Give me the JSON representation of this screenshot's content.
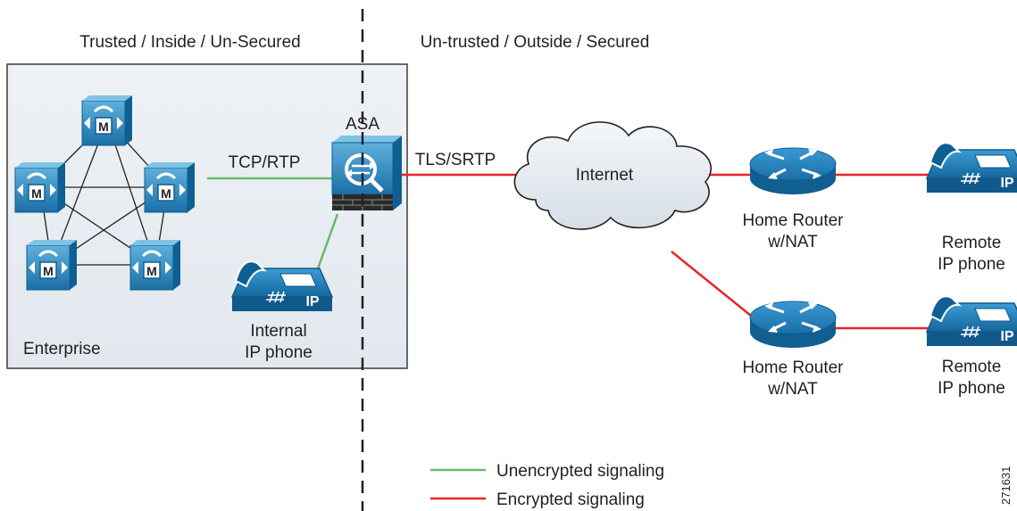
{
  "zones": {
    "trusted": "Trusted / Inside / Un-Secured",
    "untrusted": "Un-trusted / Outside / Secured"
  },
  "enterprise": {
    "label": "Enterprise",
    "server_glyph": "M"
  },
  "asa": {
    "label": "ASA"
  },
  "links": {
    "tcp_rtp": "TCP/RTP",
    "tls_srtp": "TLS/SRTP"
  },
  "internet": {
    "label": "Internet"
  },
  "internal_phone": {
    "line1": "Internal",
    "line2": "IP phone",
    "badge": "IP"
  },
  "home_router": {
    "line1": "Home Router",
    "line2": "w/NAT"
  },
  "remote_phone": {
    "line1": "Remote",
    "line2": "IP phone",
    "badge": "IP"
  },
  "legend": {
    "unencrypted": "Unencrypted signaling",
    "encrypted": "Encrypted signaling"
  },
  "figure_id": "271631",
  "colors": {
    "unencrypted_line": "#6db66d",
    "encrypted_line": "#e8242a",
    "device_blue": "#1f80b8",
    "device_dark": "#0c5c8a"
  }
}
